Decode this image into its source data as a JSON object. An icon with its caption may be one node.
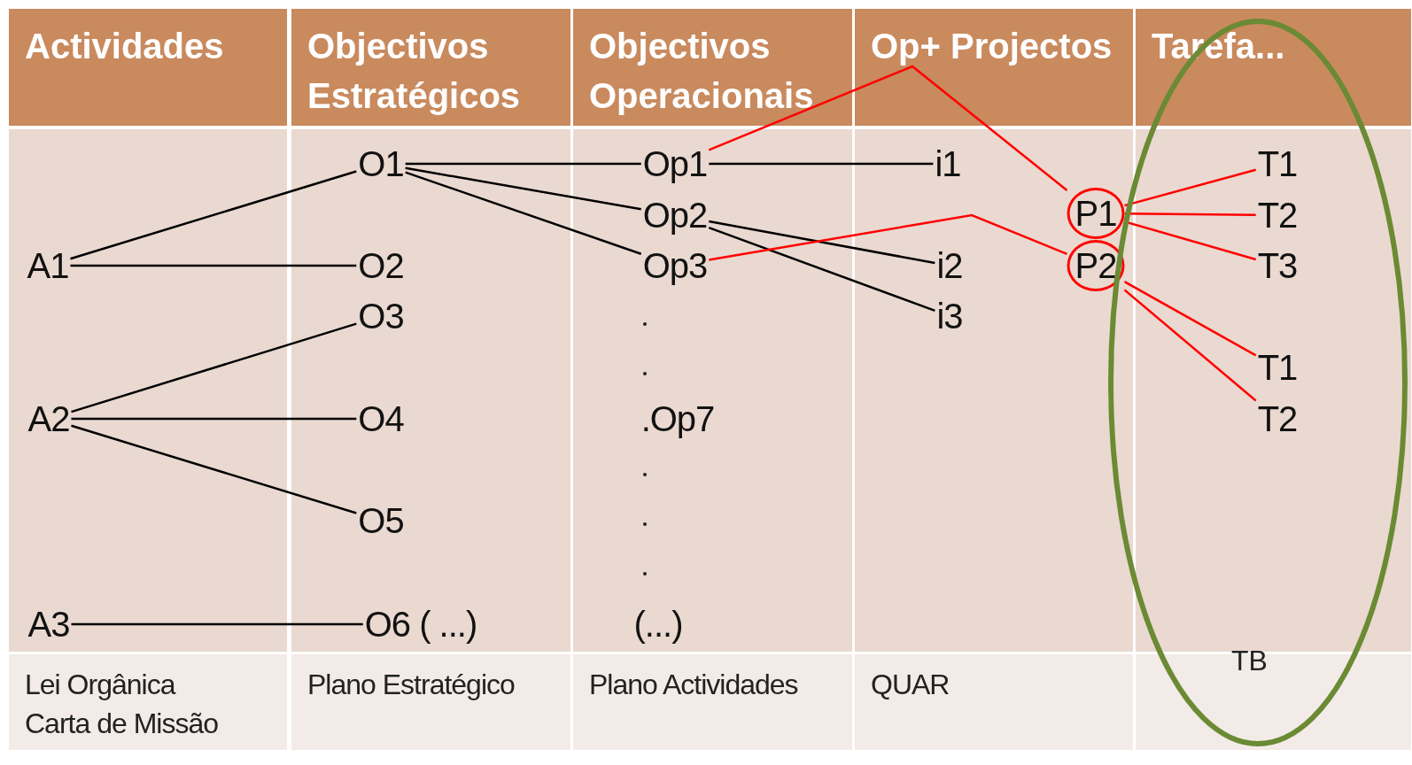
{
  "diagram": {
    "nodes": [
      {
        "text": [
          "TB"
        ]
      },
      {
        "text": [
          "O1"
        ]
      },
      {
        "text": [
          "Op1"
        ]
      },
      {
        "text": [
          "i1"
        ]
      },
      {
        "text": [
          "T1"
        ],
        "in": 0
      },
      {
        "text": [
          "Op2"
        ]
      },
      {
        "text": [
          "P1"
        ]
      },
      {
        "text": [
          "T2"
        ],
        "in": 0
      },
      {
        "text": [
          "A1"
        ]
      },
      {
        "text": [
          "O2"
        ]
      },
      {
        "text": [
          "Op3"
        ]
      },
      {
        "text": [
          "i2"
        ]
      },
      {
        "text": [
          "P2"
        ]
      },
      {
        "text": [
          "T3"
        ],
        "in": 0
      },
      {
        "text": [
          "O3"
        ]
      },
      {
        "text": [
          "i3"
        ]
      },
      {
        "text": [
          "T1"
        ],
        "in": 0
      },
      {
        "text": [
          "A2"
        ]
      },
      {
        "text": [
          "O4"
        ]
      },
      {
        "text": [
          "T2"
        ],
        "in": 0
      },
      {
        "text": [
          "O5"
        ]
      },
      {
        "text": [
          "A3"
        ]
      },
      {
        "text": [
          "O6 ( ...)"
        ]
      }
    ],
    "edges": [
      {
        "from": 8,
        "to": 1,
        "arrow": "none"
      },
      {
        "from": 8,
        "to": 9,
        "arrow": "none"
      },
      {
        "from": 17,
        "to": 14,
        "arrow": "none"
      },
      {
        "from": 17,
        "to": 18,
        "arrow": "none"
      },
      {
        "from": 17,
        "to": 20,
        "arrow": "none"
      },
      {
        "from": 21,
        "to": 22,
        "arrow": "none"
      },
      {
        "from": 1,
        "to": 2,
        "arrow": "none"
      },
      {
        "from": 1,
        "to": 5,
        "arrow": "none"
      },
      {
        "from": 1,
        "to": 10,
        "arrow": "none"
      },
      {
        "from": 2,
        "to": 3,
        "arrow": "none"
      },
      {
        "from": 5,
        "to": 11,
        "arrow": "none"
      },
      {
        "from": 5,
        "to": 15,
        "arrow": "none"
      },
      {
        "from": 2,
        "to": 6,
        "arrow": "none",
        "color": "#ff0000"
      },
      {
        "from": 10,
        "to": 12,
        "arrow": "none",
        "color": "#ff0000"
      },
      {
        "from": 6,
        "to": 4,
        "arrow": "none",
        "color": "#ff0000"
      },
      {
        "from": 6,
        "to": 7,
        "arrow": "none",
        "color": "#ff0000"
      },
      {
        "from": 6,
        "to": 13,
        "arrow": "none",
        "color": "#ff0000"
      },
      {
        "from": 12,
        "to": 16,
        "arrow": "none",
        "color": "#ff0000"
      },
      {
        "from": 12,
        "to": 19,
        "arrow": "none",
        "color": "#ff0000"
      }
    ],
    "labels": [
      "Actividades",
      "Objectivos Estratégicos",
      "Objectivos Operacionais",
      "Op+ Projectos",
      "Tarefa...",
      ".Op7",
      "(...)",
      "Lei Orgânica Carta de Missão",
      "Plano Estratégico",
      "Plano Actividades",
      "QUAR"
    ]
  }
}
